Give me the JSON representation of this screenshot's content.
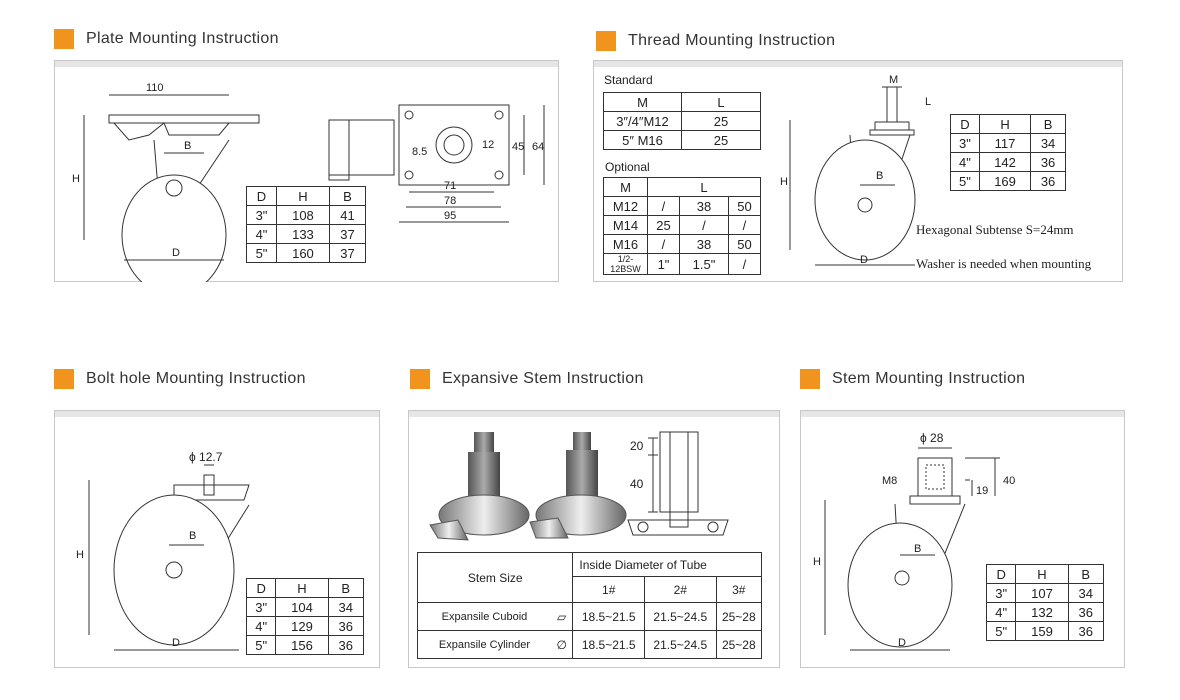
{
  "sections": {
    "plate": {
      "title": "Plate Mounting Instruction",
      "dims": {
        "width": "110",
        "b": "B",
        "h": "H",
        "d": "D",
        "d85": "8.5",
        "d12": "12",
        "d45": "45",
        "d64": "64",
        "d71": "71",
        "d78": "78",
        "d95": "95"
      },
      "table": {
        "headers": [
          "D",
          "H",
          "B"
        ],
        "rows": [
          [
            "3\"",
            "108",
            "41"
          ],
          [
            "4\"",
            "133",
            "37"
          ],
          [
            "5\"",
            "160",
            "37"
          ]
        ]
      }
    },
    "thread": {
      "title": "Thread Mounting Instruction",
      "standard_label": "Standard",
      "standard_table": {
        "headers": [
          "M",
          "L"
        ],
        "rows": [
          [
            "3″/4″M12",
            "25"
          ],
          [
            "5″   M16",
            "25"
          ]
        ]
      },
      "optional_label": "Optional",
      "optional_table": {
        "headers": [
          "M",
          "L"
        ],
        "rows": [
          [
            "M12",
            "/",
            "38",
            "50"
          ],
          [
            "M14",
            "25",
            "/",
            "/"
          ],
          [
            "M16",
            "/",
            "38",
            "50"
          ],
          [
            "1/2-12BSW",
            "1\"",
            "1.5\"",
            "/"
          ]
        ]
      },
      "dims": {
        "m": "M",
        "l": "L",
        "h": "H",
        "b": "B",
        "d": "D"
      },
      "table": {
        "headers": [
          "D",
          "H",
          "B"
        ],
        "rows": [
          [
            "3\"",
            "117",
            "34"
          ],
          [
            "4\"",
            "142",
            "36"
          ],
          [
            "5\"",
            "169",
            "36"
          ]
        ]
      },
      "note1": "Hexagonal Subtense S=24mm",
      "note2": "Washer is needed when mounting"
    },
    "bolt": {
      "title": "Bolt hole Mounting Instruction",
      "dims": {
        "phi": "ϕ 12.7",
        "h": "H",
        "b": "B",
        "d": "D"
      },
      "table": {
        "headers": [
          "D",
          "H",
          "B"
        ],
        "rows": [
          [
            "3\"",
            "104",
            "34"
          ],
          [
            "4\"",
            "129",
            "36"
          ],
          [
            "5\"",
            "156",
            "36"
          ]
        ]
      }
    },
    "expansive": {
      "title": "Expansive Stem Instruction",
      "dims": {
        "d20": "20",
        "d40": "40"
      },
      "table": {
        "stem_size": "Stem Size",
        "inside_diameter": "Inside Diameter of Tube",
        "cols": [
          "1#",
          "2#",
          "3#"
        ],
        "rows": [
          {
            "label": "Expansile Cuboid",
            "symbol": "▱",
            "values": [
              "18.5~21.5",
              "21.5~24.5",
              "25~28"
            ]
          },
          {
            "label": "Expansile Cylinder",
            "symbol": "∅",
            "values": [
              "18.5~21.5",
              "21.5~24.5",
              "25~28"
            ]
          }
        ]
      }
    },
    "stem": {
      "title": "Stem Mounting Instruction",
      "dims": {
        "phi": "ϕ 28",
        "m8": "M8",
        "d19": "19",
        "d40": "40",
        "h": "H",
        "b": "B",
        "d": "D"
      },
      "table": {
        "headers": [
          "D",
          "H",
          "B"
        ],
        "rows": [
          [
            "3\"",
            "107",
            "34"
          ],
          [
            "4\"",
            "132",
            "36"
          ],
          [
            "5\"",
            "159",
            "36"
          ]
        ]
      }
    }
  }
}
